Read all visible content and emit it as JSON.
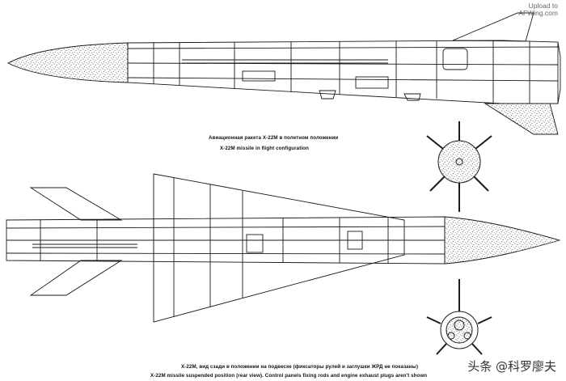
{
  "watermark": {
    "line1": "Upload to",
    "line2": "AFWing.com"
  },
  "captions": {
    "flight_ru": "Авиационная ракета Х-22М в полетном положении",
    "flight_en": "X-22M missile in flight configuration",
    "suspended_ru": "Х-22М, вид сзади в положении на подвеске (фиксаторы рулей и заглушки ЖРД не показаны)",
    "suspended_en": "X-22M missile suspended position (rear view). Control panels fixing rods and engine exhaust plugs aren't shown"
  },
  "source_label": "头条 @科罗廖夫",
  "colors": {
    "line": "#1a1a1a",
    "stipple": "#333333",
    "paper": "#ffffff"
  }
}
